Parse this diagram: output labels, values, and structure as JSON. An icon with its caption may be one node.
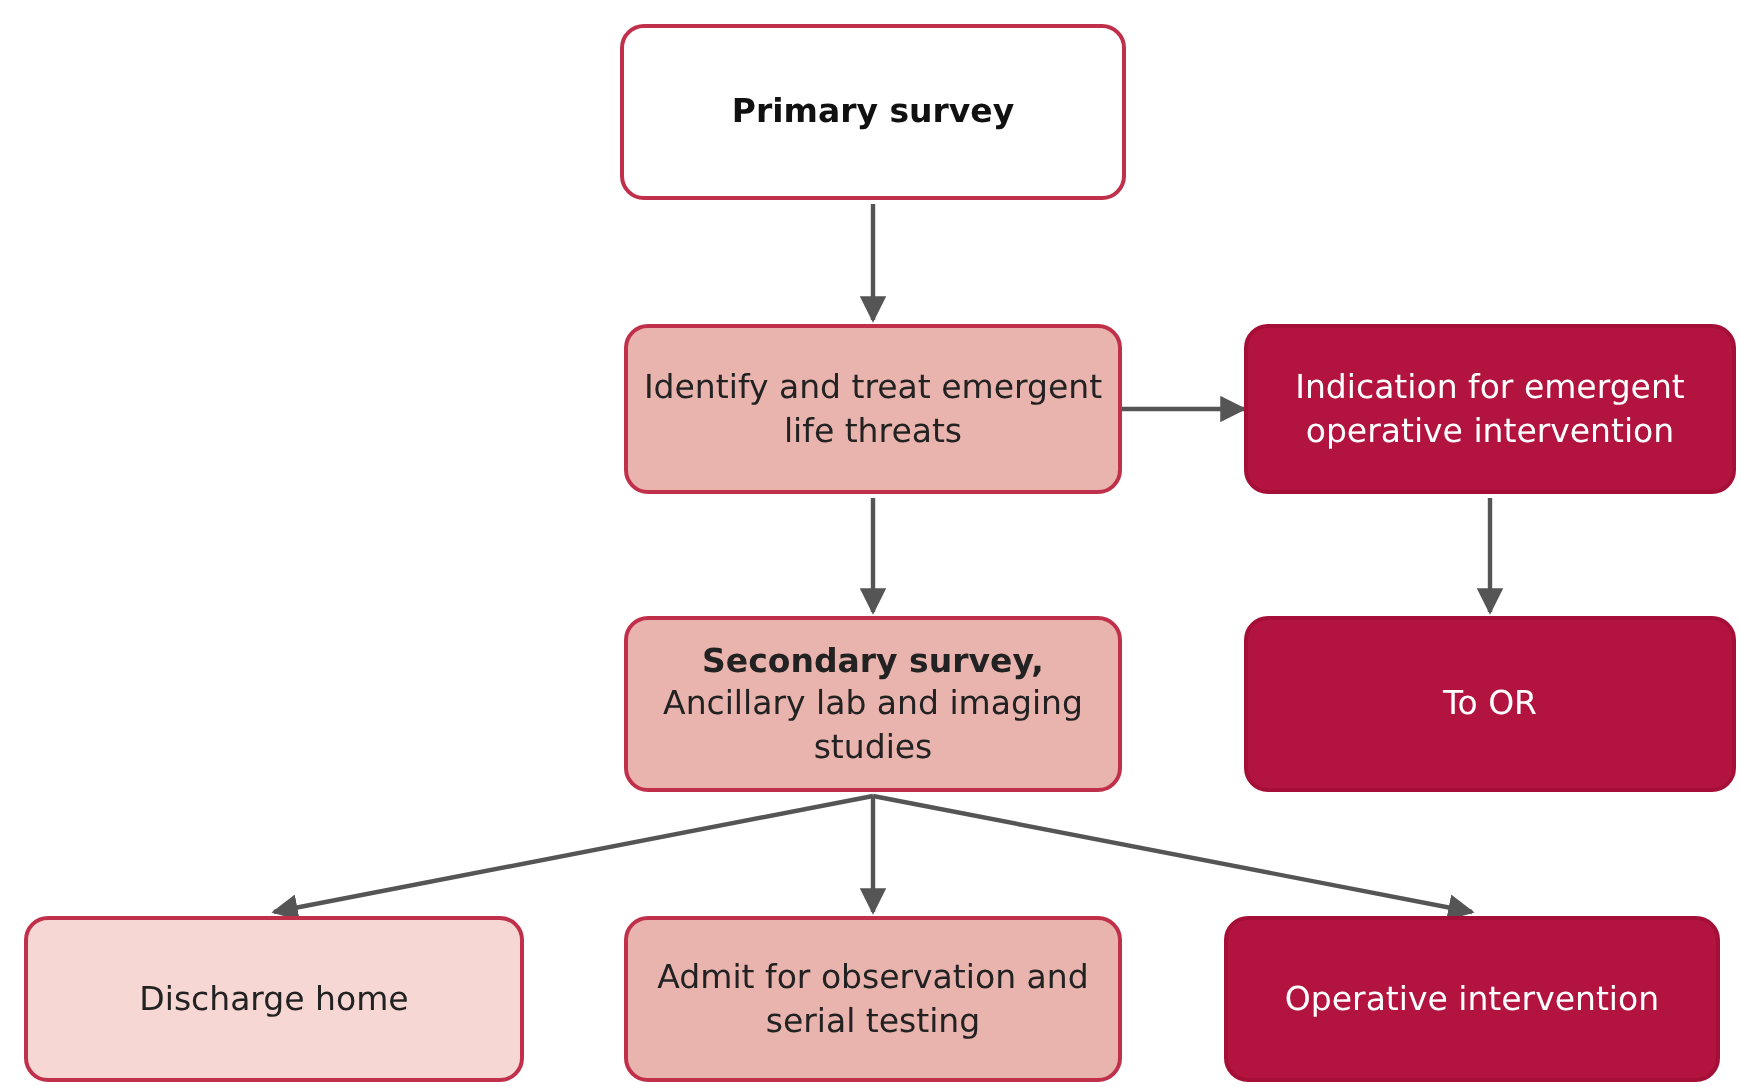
{
  "diagram": {
    "nodes": [
      {
        "text": [
          "Primary survey"
        ]
      },
      {
        "text": [
          "Identify and treat emergent life threats"
        ]
      },
      {
        "text": [
          "Indication for emergent operative intervention"
        ]
      },
      {
        "text": [
          "**Secondary survey,** Ancillary lab and imaging studies"
        ]
      },
      {
        "text": [
          "To OR"
        ]
      },
      {
        "text": [
          "Discharge home"
        ]
      },
      {
        "text": [
          "Admit for observation and serial testing"
        ]
      },
      {
        "text": [
          "Operative intervention"
        ]
      }
    ],
    "edges": [
      {
        "from": 0,
        "to": 1,
        "arrow": "to"
      },
      {
        "from": 1,
        "to": 2,
        "arrow": "to"
      },
      {
        "from": 2,
        "to": 4,
        "arrow": "to"
      },
      {
        "from": 1,
        "to": 3,
        "arrow": "to"
      },
      {
        "from": 3,
        "to": 5,
        "arrow": "to"
      },
      {
        "from": 3,
        "to": 6,
        "arrow": "to"
      },
      {
        "from": 3,
        "to": 7,
        "arrow": "to"
      }
    ]
  }
}
